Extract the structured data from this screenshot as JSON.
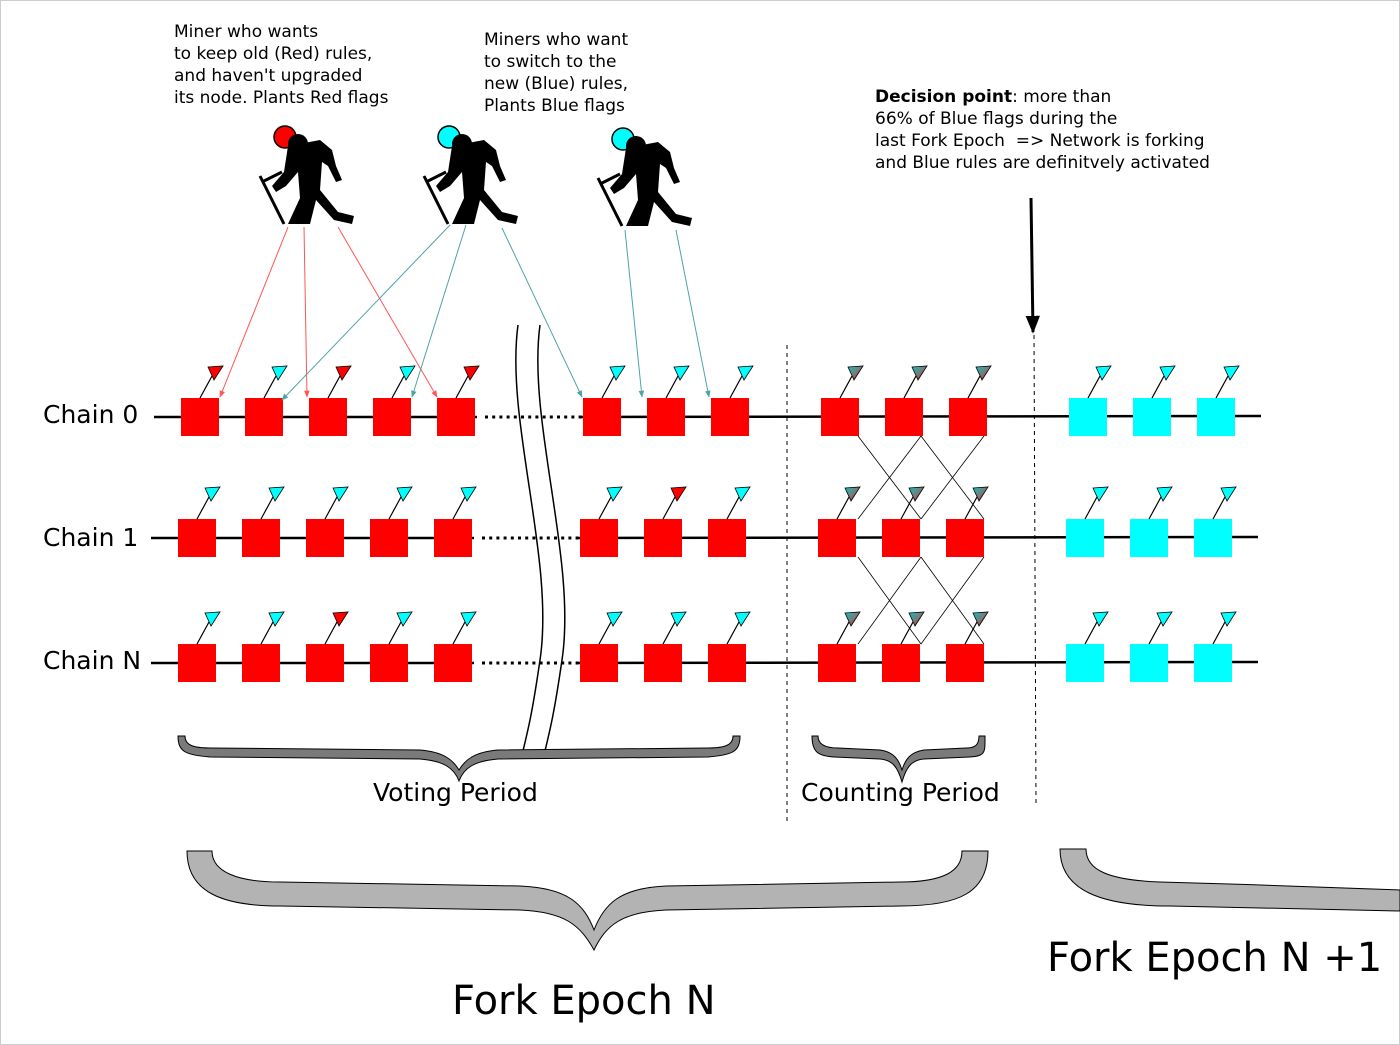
{
  "annotations": {
    "red_miner": "Miner who wants\nto keep old (Red) rules,\nand haven't upgraded\nits node. Plants Red flags",
    "blue_miners": "Miners who want\nto switch to the\nnew (Blue) rules,\nPlants Blue flags",
    "decision_bold": "Decision point",
    "decision_rest": ": more than\n66% of Blue flags during the\nlast Fork Epoch  => Network is forking\nand Blue rules are definitvely activated"
  },
  "chains": [
    {
      "label": "Chain 0",
      "voting_flags": [
        "red",
        "blue",
        "red",
        "blue",
        "red"
      ],
      "late_flags": [
        "blue",
        "blue",
        "blue"
      ]
    },
    {
      "label": "Chain 1",
      "voting_flags": [
        "blue",
        "blue",
        "blue",
        "blue",
        "blue"
      ],
      "late_flags": [
        "blue",
        "red",
        "blue"
      ]
    },
    {
      "label": "Chain N",
      "voting_flags": [
        "blue",
        "blue",
        "red",
        "blue",
        "blue"
      ],
      "late_flags": [
        "blue",
        "blue",
        "blue"
      ]
    }
  ],
  "periods": {
    "voting": "Voting Period",
    "counting": "Counting Period"
  },
  "epochs": {
    "current": "Fork Epoch N",
    "next": "Fork Epoch N +1"
  },
  "colors": {
    "red": "#ff0000",
    "blue": "#00ffff",
    "mixed_flag": "#7a7a7a",
    "brace_fill": "#b3b3b3",
    "red_arrow": "#ff5555",
    "blue_arrow": "#4fa3a3"
  }
}
